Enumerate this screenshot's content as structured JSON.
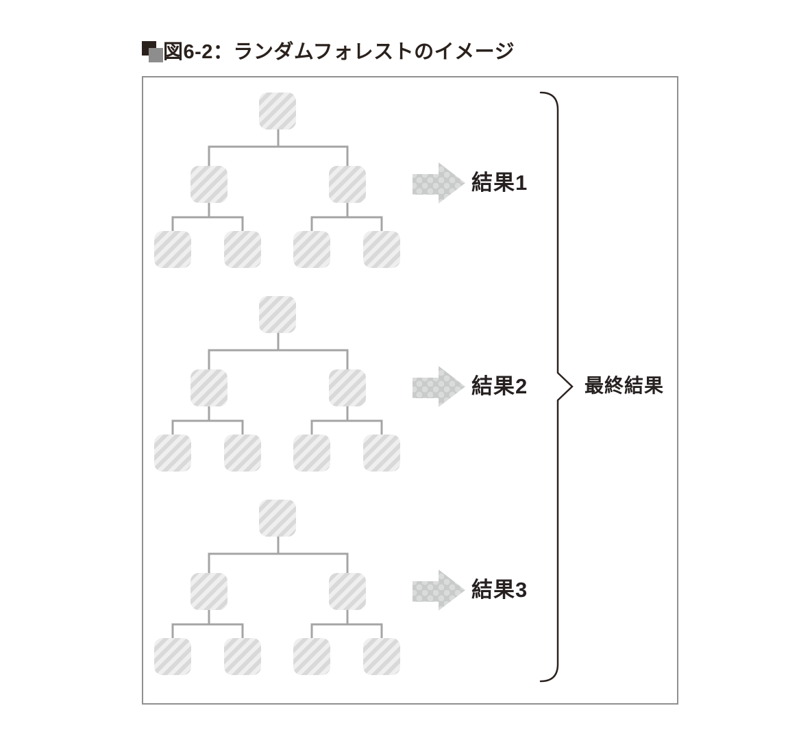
{
  "title": {
    "icon": "overlapping-squares-bullet-icon",
    "text": "図6-2：ランダムフォレストのイメージ"
  },
  "figure": {
    "description_visible_text_only": true,
    "trees": [
      {
        "levels": [
          1,
          2,
          4
        ],
        "node_fill": "diagonal-stripe",
        "result_label": "結果1"
      },
      {
        "levels": [
          1,
          2,
          4
        ],
        "node_fill": "diagonal-stripe",
        "result_label": "結果2"
      },
      {
        "levels": [
          1,
          2,
          4
        ],
        "node_fill": "diagonal-stripe",
        "result_label": "結果3"
      }
    ],
    "final_result_label": "最終結果"
  },
  "colors": {
    "title_text": "#2a211d",
    "title_bullet_dark": "#2a211d",
    "title_bullet_gray": "#8d8d8d",
    "box_border": "#8f8f8f",
    "node_stripe": "#d9d9d9",
    "node_background": "#efefef",
    "connector": "#a4a4a4",
    "arrow_body": "#c9cbca",
    "arrow_dots": "#dadcdb",
    "brace": "#2b2220",
    "label_text": "#262020"
  }
}
